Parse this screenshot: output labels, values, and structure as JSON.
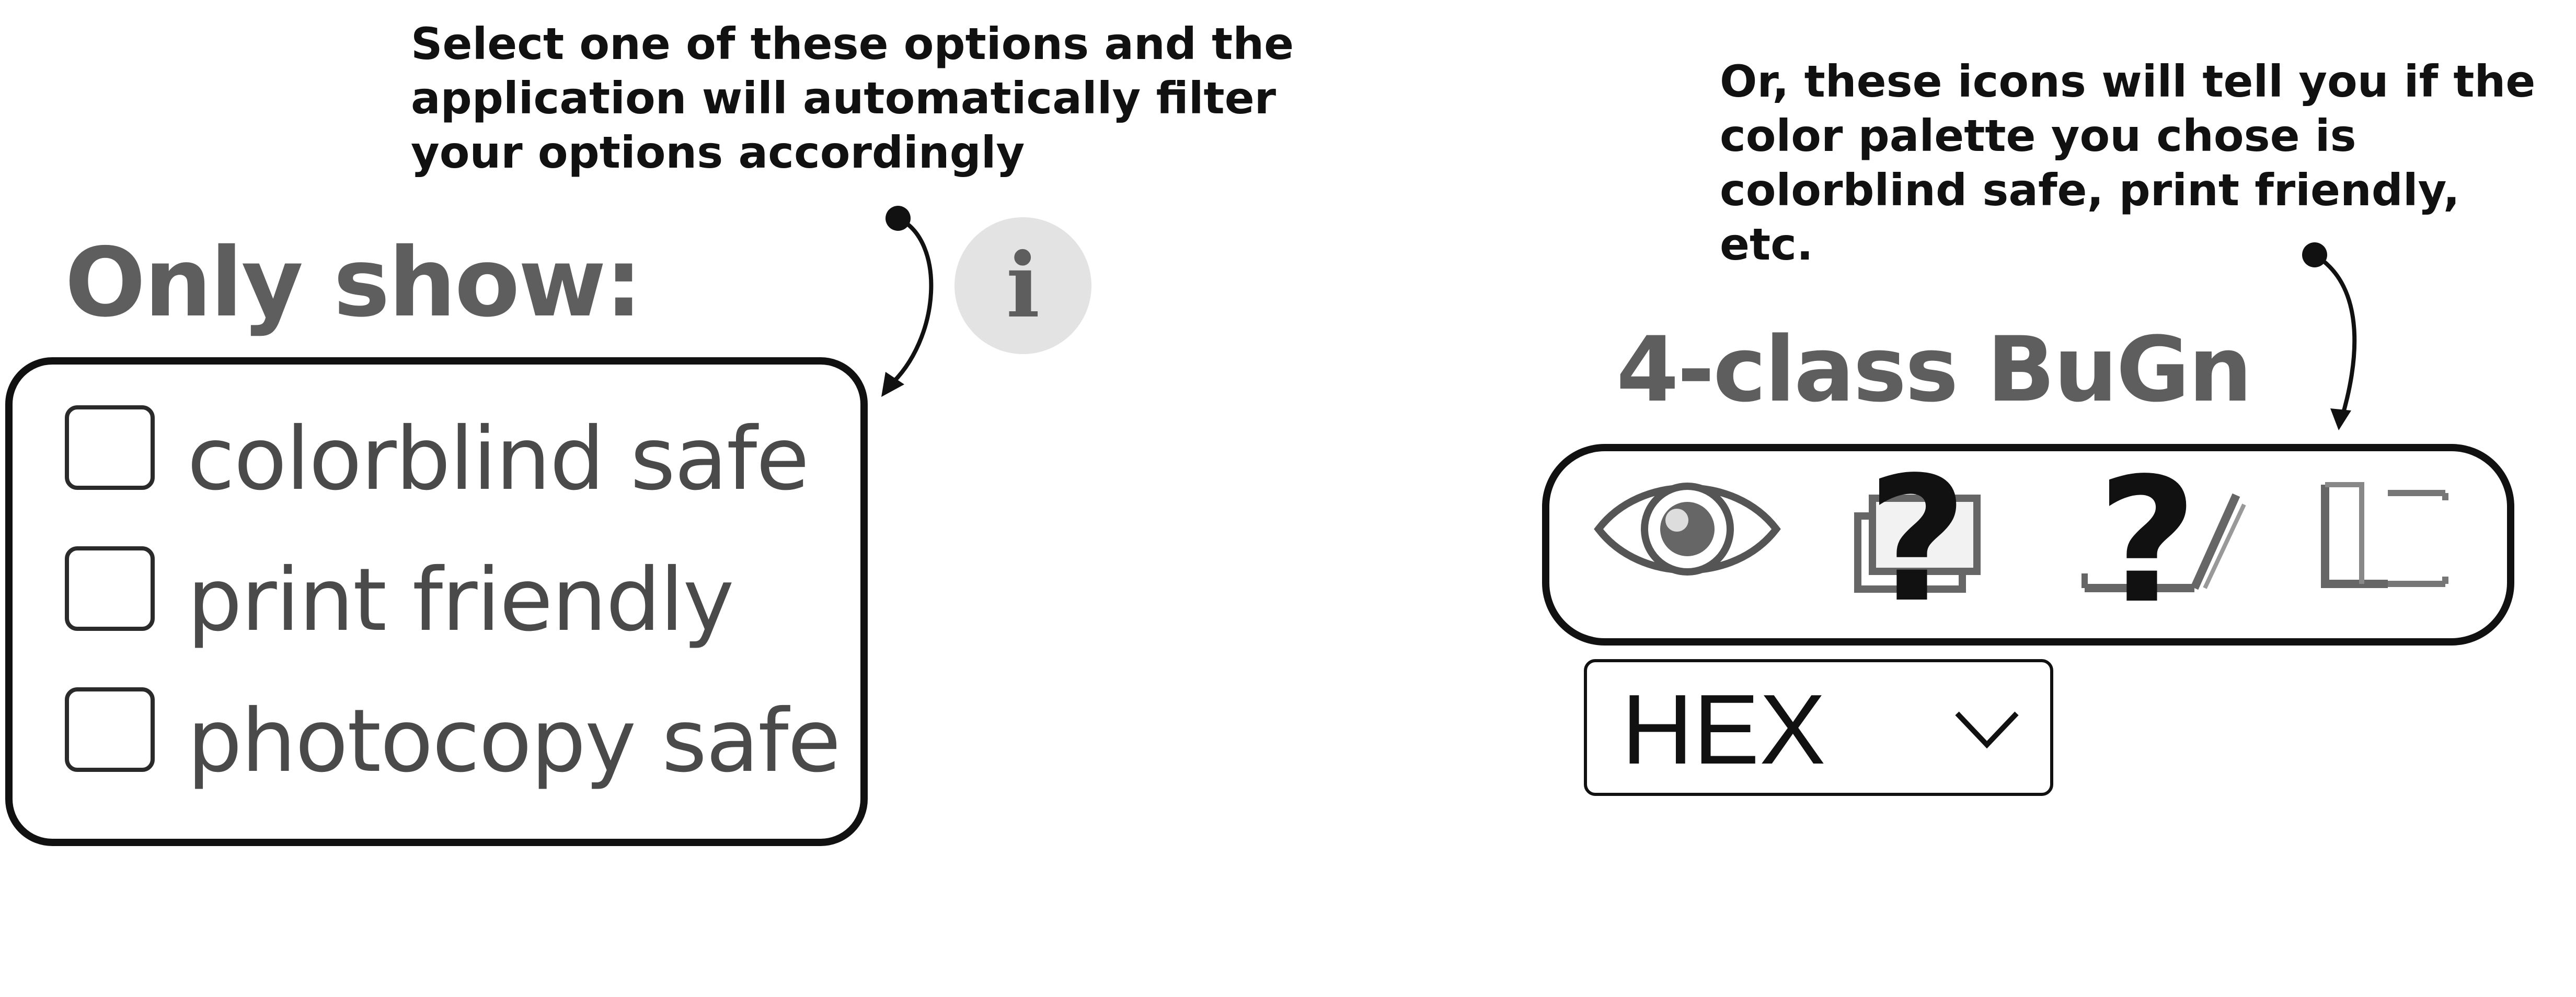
{
  "annotations": {
    "left": [
      "Select one of these options and the",
      "application will automatically filter",
      "your options accordingly"
    ],
    "right": [
      "Or, these icons will tell you if the",
      "color palette you chose is",
      "colorblind safe, print friendly, etc."
    ]
  },
  "filters": {
    "heading": "Only show:",
    "info_button": "i",
    "options": [
      {
        "label": "colorblind safe",
        "checked": false
      },
      {
        "label": "print friendly",
        "checked": false
      },
      {
        "label": "photocopy safe",
        "checked": false
      }
    ]
  },
  "scheme": {
    "title": "4-class BuGn",
    "icons": [
      "eye-icon",
      "laptop-unknown-icon",
      "printer-unknown-icon",
      "photocopy-icon"
    ],
    "unknown_glyph": "?",
    "format_select": {
      "value": "HEX"
    }
  },
  "colors": {
    "heading": "#5e5e5e",
    "info_bg": "#e3e3e3",
    "outline": "#111111"
  }
}
